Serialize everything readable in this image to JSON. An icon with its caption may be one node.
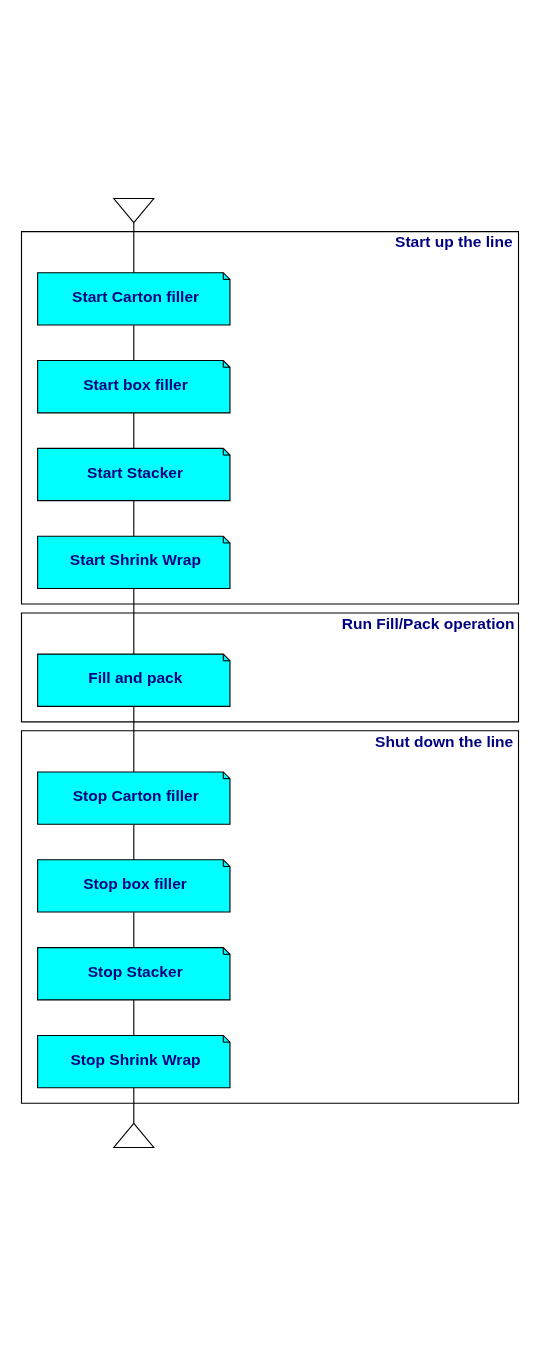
{
  "diagram": {
    "nodes": [
      {
        "text": [],
        "shape": "triangle"
      },
      {
        "text": [
          "Start up the line"
        ]
      },
      {
        "text": [
          "Start Carton filler"
        ],
        "in": 1
      },
      {
        "text": [
          "Start box filler"
        ],
        "in": 1
      },
      {
        "text": [
          "Start Stacker"
        ],
        "in": 1
      },
      {
        "text": [
          "Start Shrink Wrap"
        ],
        "in": 1
      },
      {
        "text": [
          "Run Fill/Pack operation"
        ]
      },
      {
        "text": [
          "Fill and pack"
        ],
        "in": 6
      },
      {
        "text": [
          "Shut down the line"
        ]
      },
      {
        "text": [
          "Stop Carton filler"
        ],
        "in": 8
      },
      {
        "text": [
          "Stop box filler"
        ],
        "in": 8
      },
      {
        "text": [
          "Stop Stacker"
        ],
        "in": 8
      },
      {
        "text": [
          "Stop Shrink Wrap"
        ],
        "in": 8
      },
      {
        "text": [],
        "shape": "triangle"
      }
    ],
    "edges": [
      {
        "from": 0,
        "to": 2,
        "arrow": "none"
      },
      {
        "from": 2,
        "to": 3,
        "arrow": "none"
      },
      {
        "from": 3,
        "to": 4,
        "arrow": "none"
      },
      {
        "from": 4,
        "to": 5,
        "arrow": "none"
      },
      {
        "from": 5,
        "to": 7,
        "arrow": "none"
      },
      {
        "from": 7,
        "to": 9,
        "arrow": "none"
      },
      {
        "from": 9,
        "to": 10,
        "arrow": "none"
      },
      {
        "from": 10,
        "to": 11,
        "arrow": "none"
      },
      {
        "from": 11,
        "to": 12,
        "arrow": "none"
      },
      {
        "from": 12,
        "to": 13,
        "arrow": "none"
      }
    ]
  }
}
